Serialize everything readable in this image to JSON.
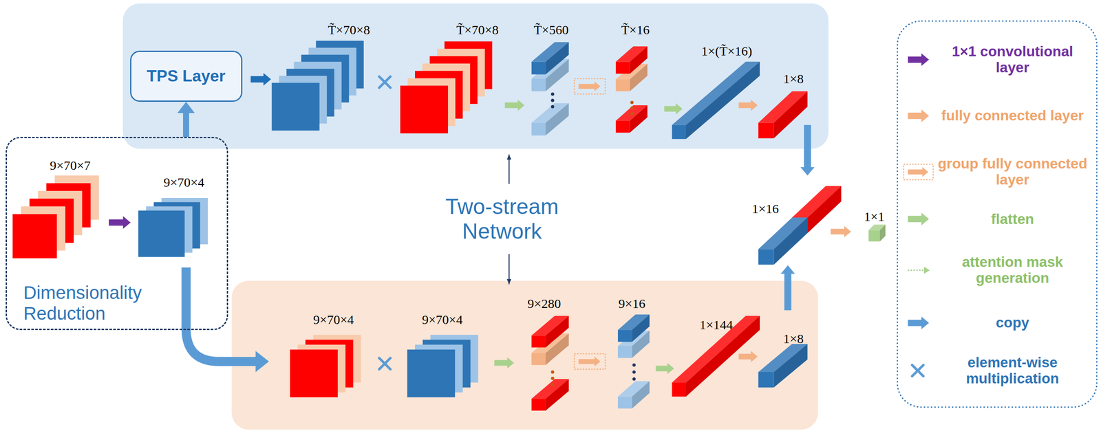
{
  "diagram": {
    "nodes": [
      {
        "text": [
          "Dimensionality Reduction"
        ]
      },
      {
        "text": [
          "TPS Layer"
        ]
      }
    ],
    "edges": [
      {
        "from": 0,
        "to": 1,
        "arrow": "to"
      }
    ],
    "labels": [
      "T̃×70×8",
      "T̃×70×8",
      "T̃×560",
      "T̃×16",
      "1×(T̃×16)",
      "1×8",
      "9×70×7",
      "9×70×4",
      "Two-stream Network",
      "1×16",
      "1×1",
      "9×70×4",
      "9×70×4",
      "9×280",
      "9×16",
      "1×144",
      "1×8"
    ],
    "legend": [
      {
        "text": "1×1 convolutional layer"
      },
      {
        "text": "fully connected layer"
      },
      {
        "text": "group fully connected layer"
      },
      {
        "text": "flatten"
      },
      {
        "text": "attention mask generation"
      },
      {
        "text": "copy"
      },
      {
        "text": "element-wise multiplication"
      }
    ]
  }
}
